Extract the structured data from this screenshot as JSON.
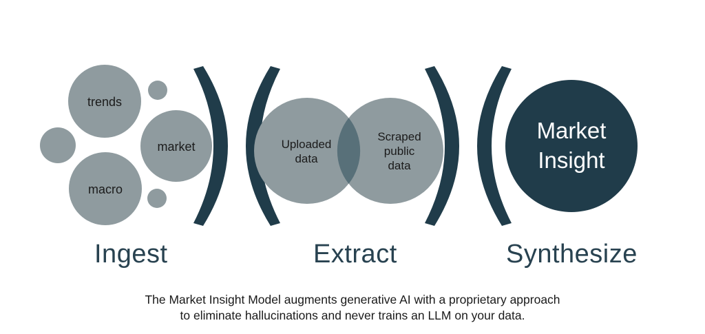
{
  "colors": {
    "circle_gray": "#8f9b9f",
    "overlap": "#587079",
    "dark": "#203c4a",
    "bracket": "#203c4a",
    "text_dark": "#1b1b1b",
    "text_light": "#ffffff"
  },
  "ingest": {
    "trends": "trends",
    "market": "market",
    "macro": "macro"
  },
  "extract": {
    "uploaded_line1": "Uploaded",
    "uploaded_line2": "data",
    "scraped_line1": "Scraped",
    "scraped_line2": "public",
    "scraped_line3": "data"
  },
  "synthesize": {
    "line1": "Market",
    "line2": "Insight"
  },
  "stages": {
    "ingest": "Ingest",
    "extract": "Extract",
    "synthesize": "Synthesize"
  },
  "caption": {
    "line1": "The Market Insight Model augments generative AI with a proprietary approach",
    "line2": "to eliminate hallucinations and never trains an LLM on your data."
  }
}
